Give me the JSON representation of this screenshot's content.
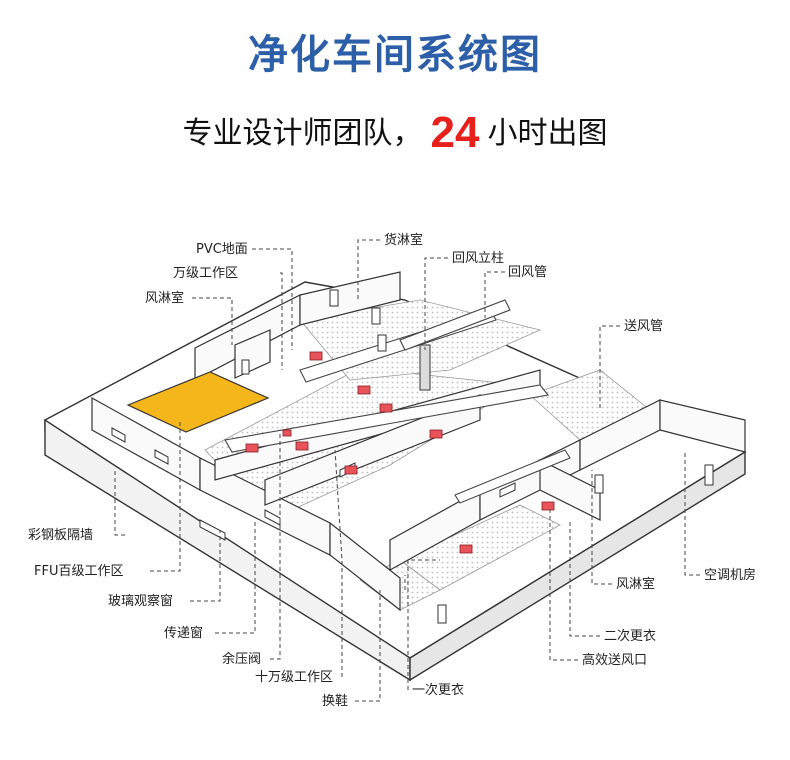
{
  "header": {
    "title": "净化车间系统图",
    "subtitle_pre": "专业设计师团队，",
    "subtitle_highlight": "24",
    "subtitle_post": "小时出图"
  },
  "labels": {
    "pvc_floor": "PVC地面",
    "class_10k": "万级工作区",
    "air_shower_top": "风淋室",
    "cargo_shower": "货淋室",
    "return_column": "回风立柱",
    "return_duct": "回风管",
    "supply_duct": "送风管",
    "steel_wall": "彩钢板隔墙",
    "ffu_zone": "FFU百级工作区",
    "glass_window": "玻璃观察窗",
    "pass_box": "传递窗",
    "relief_valve": "余压阀",
    "class_100k": "十万级工作区",
    "shoe_change": "换鞋",
    "first_change": "一次更衣",
    "hepa_outlet": "高效送风口",
    "second_change": "二次更衣",
    "air_shower_right": "风淋室",
    "ahu_room": "空调机房"
  },
  "colors": {
    "title": "#2c5fa8",
    "highlight": "#e8201c",
    "ffu_zone": "#f5b61c",
    "hepa_box": "#e8545a",
    "wall_line": "#333333",
    "floor_dots": "#c8c8c8"
  }
}
